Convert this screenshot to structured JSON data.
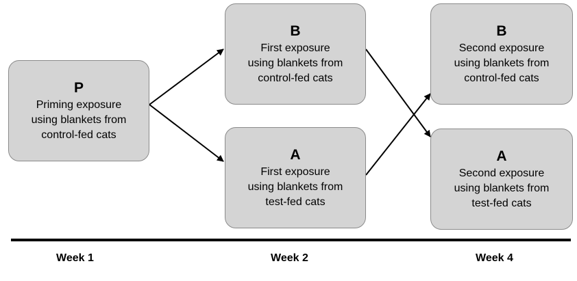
{
  "boxes": {
    "p": {
      "letter": "P",
      "lines": [
        "Priming exposure",
        "using blankets from",
        "control-fed cats"
      ]
    },
    "b1": {
      "letter": "B",
      "lines": [
        "First exposure",
        "using blankets from",
        "control-fed cats"
      ]
    },
    "a1": {
      "letter": "A",
      "lines": [
        "First exposure",
        "using blankets from",
        "test-fed cats"
      ]
    },
    "b2": {
      "letter": "B",
      "lines": [
        "Second exposure",
        "using blankets from",
        "control-fed cats"
      ]
    },
    "a2": {
      "letter": "A",
      "lines": [
        "Second exposure",
        "using blankets from",
        "test-fed cats"
      ]
    }
  },
  "timeline": {
    "weeks": [
      "Week 1",
      "Week 2",
      "Week 4"
    ]
  },
  "colors": {
    "box_fill": "#d4d4d4",
    "box_border": "#8a8a8a",
    "arrow": "#000000"
  }
}
